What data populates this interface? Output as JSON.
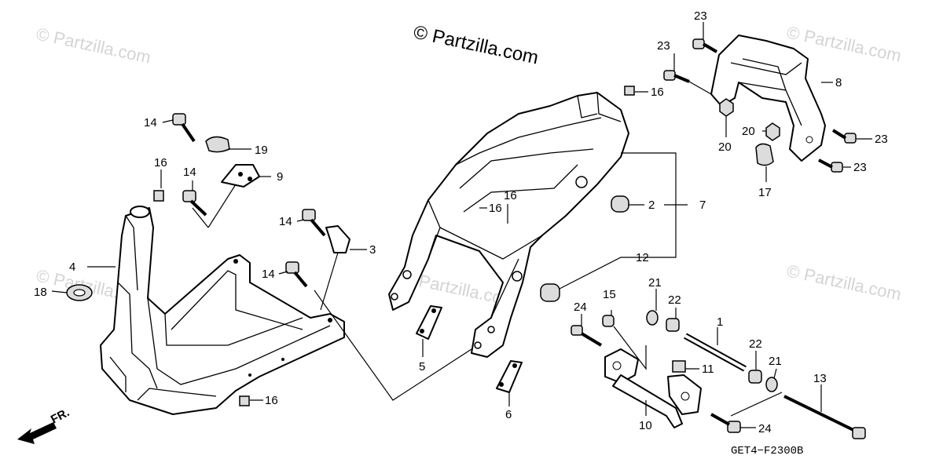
{
  "watermarks": {
    "main": "© Partzilla.com",
    "faint": "© Partzilla.com"
  },
  "diagram_code": "GET4−F2300B",
  "direction_label": "FR.",
  "callouts": {
    "c1": "1",
    "c2": "2",
    "c3": "3",
    "c4": "4",
    "c5": "5",
    "c6": "6",
    "c7": "7",
    "c8": "8",
    "c9": "9",
    "c10": "10",
    "c11": "11",
    "c12": "12",
    "c13": "13",
    "c14a": "14",
    "c14b": "14",
    "c14c": "14",
    "c14d": "14",
    "c15": "15",
    "c16a": "16",
    "c16b": "16",
    "c16c": "16",
    "c16d": "16",
    "c16e": "16",
    "c17": "17",
    "c18": "18",
    "c19": "19",
    "c20a": "20",
    "c20b": "20",
    "c21a": "21",
    "c21b": "21",
    "c22a": "22",
    "c22b": "22",
    "c23a": "23",
    "c23b": "23",
    "c23c": "23",
    "c23d": "23",
    "c24a": "24",
    "c24b": "24"
  }
}
